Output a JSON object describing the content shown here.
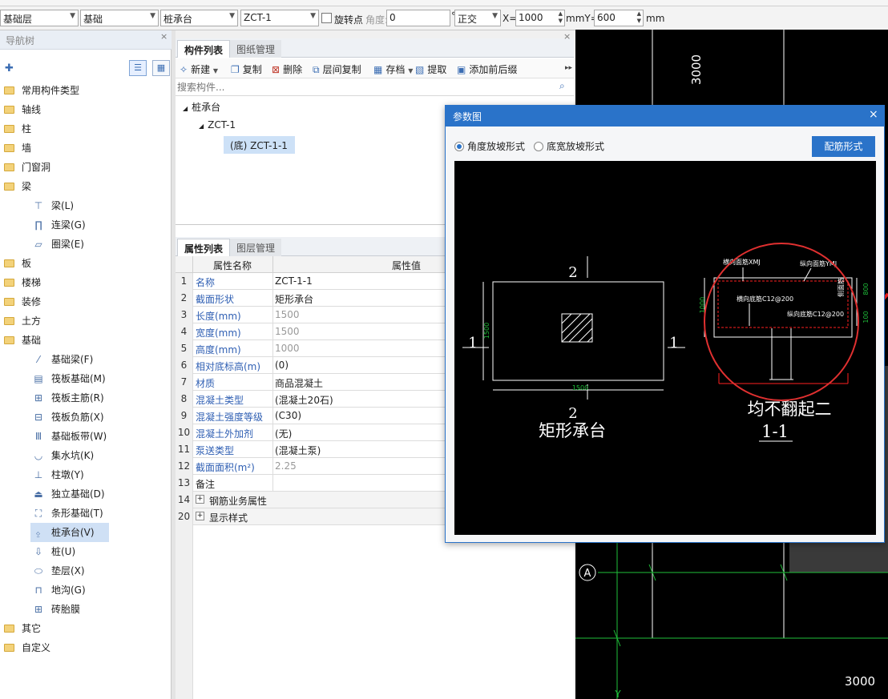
{
  "toolbar": {
    "floor": "基础层",
    "category": "基础",
    "component_type": "桩承台",
    "component": "ZCT-1",
    "rotate_label": "旋转点",
    "angle_label": "角度:",
    "angle_value": "0",
    "degree_sign": "°",
    "ortho": "正交",
    "x_label": "X=",
    "x_value": "1000",
    "mid_unit_label": "mmY=",
    "y_value": "600",
    "end_unit": "mm"
  },
  "nav": {
    "title": "导航树",
    "items": [
      {
        "label": "常用构件类型"
      },
      {
        "label": "轴线"
      },
      {
        "label": "柱"
      },
      {
        "label": "墙"
      },
      {
        "label": "门窗洞"
      },
      {
        "label": "梁"
      },
      {
        "label": "梁(L)"
      },
      {
        "label": "连梁(G)"
      },
      {
        "label": "圈梁(E)"
      },
      {
        "label": "板"
      },
      {
        "label": "楼梯"
      },
      {
        "label": "装修"
      },
      {
        "label": "土方"
      },
      {
        "label": "基础"
      },
      {
        "label": "基础梁(F)"
      },
      {
        "label": "筏板基础(M)"
      },
      {
        "label": "筏板主筋(R)"
      },
      {
        "label": "筏板负筋(X)"
      },
      {
        "label": "基础板带(W)"
      },
      {
        "label": "集水坑(K)"
      },
      {
        "label": "柱墩(Y)"
      },
      {
        "label": "独立基础(D)"
      },
      {
        "label": "条形基础(T)"
      },
      {
        "label": "桩承台(V)"
      },
      {
        "label": "桩(U)"
      },
      {
        "label": "垫层(X)"
      },
      {
        "label": "地沟(G)"
      },
      {
        "label": "砖胎膜"
      },
      {
        "label": "其它"
      },
      {
        "label": "自定义"
      }
    ]
  },
  "component_list": {
    "tab_active": "构件列表",
    "tab_inactive": "图纸管理",
    "buttons": {
      "new": "新建",
      "copy": "复制",
      "delete": "删除",
      "floor_copy": "层间复制",
      "save": "存档",
      "extract": "提取",
      "add_prefix": "添加前后缀"
    },
    "search_placeholder": "搜索构件...",
    "tree": {
      "root": "桩承台",
      "child": "ZCT-1",
      "leaf": "(底) ZCT-1-1"
    }
  },
  "properties": {
    "tab_active": "属性列表",
    "tab_inactive": "图层管理",
    "col_name": "属性名称",
    "col_value": "属性值",
    "rows": [
      {
        "num": "1",
        "name": "名称",
        "value": "ZCT-1-1"
      },
      {
        "num": "2",
        "name": "截面形状",
        "value": "矩形承台"
      },
      {
        "num": "3",
        "name": "长度(mm)",
        "value": "1500"
      },
      {
        "num": "4",
        "name": "宽度(mm)",
        "value": "1500"
      },
      {
        "num": "5",
        "name": "高度(mm)",
        "value": "1000"
      },
      {
        "num": "6",
        "name": "相对底标高(m)",
        "value": "(0)"
      },
      {
        "num": "7",
        "name": "材质",
        "value": "商品混凝土"
      },
      {
        "num": "8",
        "name": "混凝土类型",
        "value": "(混凝土20石)"
      },
      {
        "num": "9",
        "name": "混凝土强度等级",
        "value": "(C30)"
      },
      {
        "num": "10",
        "name": "混凝土外加剂",
        "value": "(无)"
      },
      {
        "num": "11",
        "name": "泵送类型",
        "value": "(混凝土泵)"
      },
      {
        "num": "12",
        "name": "截面面积(m²)",
        "value": "2.25"
      },
      {
        "num": "13",
        "name": "备注",
        "value": ""
      },
      {
        "num": "14",
        "name": "钢筋业务属性",
        "value": ""
      },
      {
        "num": "20",
        "name": "显示样式",
        "value": ""
      }
    ]
  },
  "dialog": {
    "title": "参数图",
    "option1": "角度放坡形式",
    "option2": "底宽放坡形式",
    "rebar_button": "配筋形式",
    "diagram": {
      "plan_title": "矩形承台",
      "section_title": "均不翻起二",
      "section_label": "1-1",
      "mark1": "1",
      "mark2": "2",
      "dim_1500": "1500",
      "dim_1000": "1000",
      "dim_800": "800",
      "dim_100": "100",
      "h_top": "横向面筋XMJ",
      "v_top": "纵向面筋YMJ",
      "h_bottom": "横向底筋C12@200",
      "v_bottom": "纵向底筋C12@200",
      "side": "侧面筋"
    }
  },
  "cad": {
    "dim_top": "3000",
    "dim_bottom": "3000",
    "axis_a": "A",
    "axis_y": "Y"
  },
  "colors": {
    "accent": "#2a73c9",
    "highlight": "#ff3030",
    "cad_green": "#1fbf3a"
  }
}
